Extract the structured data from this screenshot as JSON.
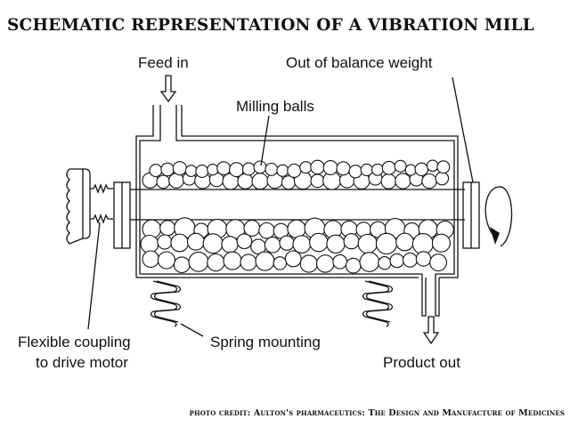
{
  "title": "SCHEMATIC REPRESENTATION OF A VIBRATION MILL",
  "credit": "photo credit: Aulton's pharmaceutics: The Design and Manufacture of Medicines",
  "diagram": {
    "labels": {
      "feed_in": "Feed in",
      "out_of_balance_weight": "Out of balance weight",
      "milling_balls": "Milling balls",
      "flexible_coupling_line1": "Flexible coupling",
      "flexible_coupling_line2": "to drive motor",
      "spring_mounting": "Spring mounting",
      "product_out": "Product out"
    },
    "components": [
      "drive-motor",
      "flexible-coupling",
      "coupling-flange",
      "mill-chamber",
      "milling-balls",
      "central-shaft",
      "out-of-balance-weight",
      "rotation-arrow",
      "feed-inlet",
      "product-outlet",
      "spring-mounts"
    ]
  }
}
